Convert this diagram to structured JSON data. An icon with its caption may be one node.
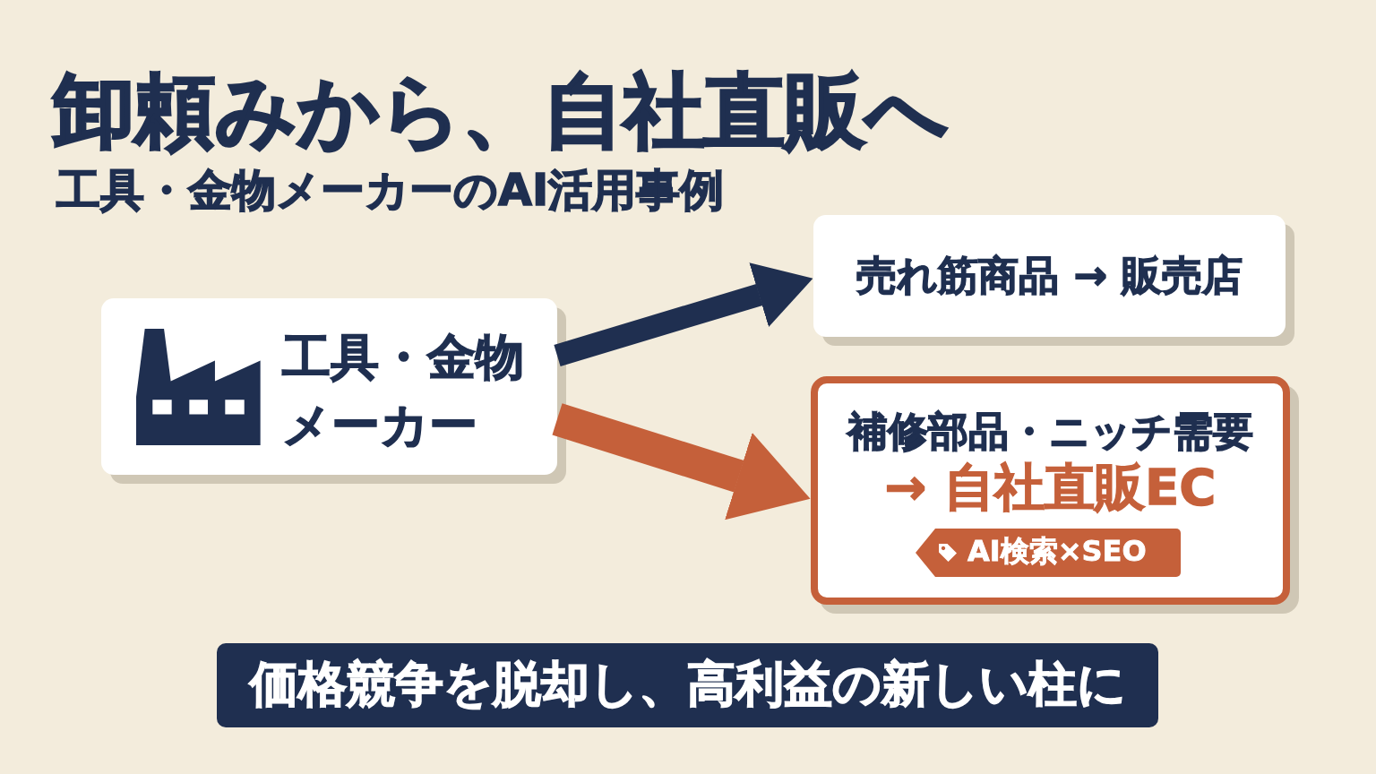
{
  "diagram": {
    "title": "卸頼みから、自社直販へ",
    "nodes": [
      {
        "text": [
          "工具・金物メーカー"
        ]
      },
      {
        "text": [
          "売れ筋商品 → 販売店"
        ]
      },
      {
        "text": [
          "補修部品・ニッチ需要",
          "→ 自社直販EC"
        ]
      },
      {
        "text": [
          "AI検索×SEO"
        ],
        "in": 2
      },
      {
        "text": [
          "価格競争を脱却し、高利益の新しい柱に"
        ]
      }
    ],
    "edges": [
      {
        "from": 0,
        "to": 1,
        "arrow": "to"
      },
      {
        "from": 0,
        "to": 2,
        "arrow": "to",
        "color": "#c5603a"
      }
    ],
    "labels": [
      "工具・金物メーカーのAI活用事例"
    ]
  }
}
